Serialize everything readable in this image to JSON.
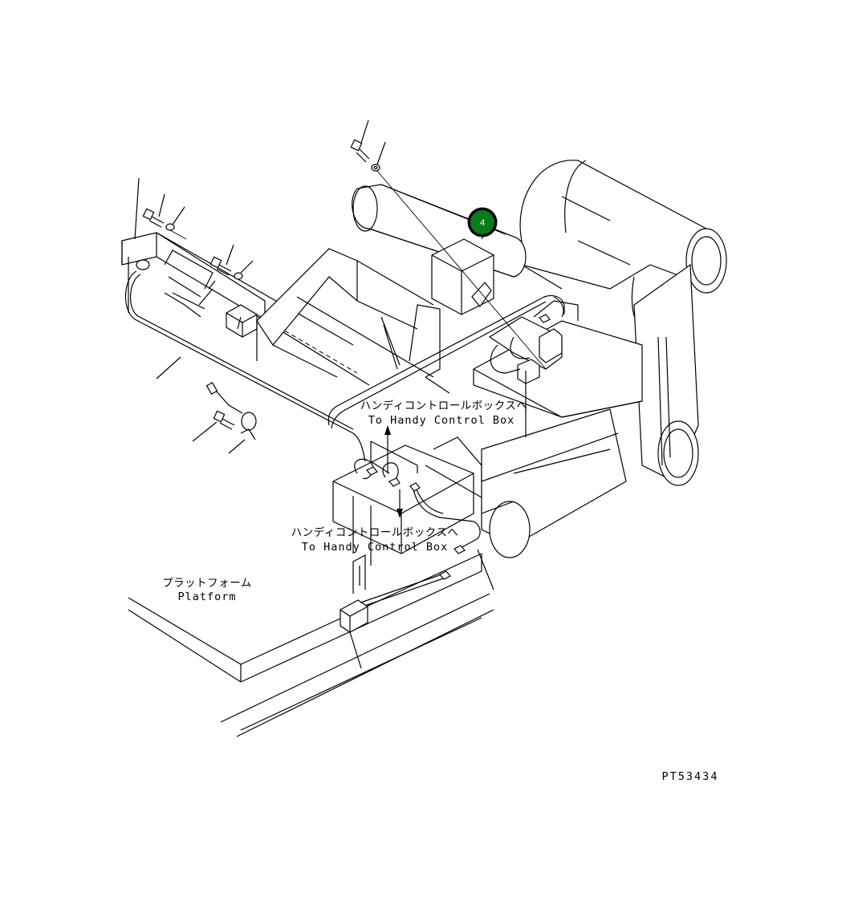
{
  "labels": {
    "handy_jp_1": "ハンディコントロールボックスへ",
    "handy_en_1": "To Handy Control Box",
    "handy_jp_2": "ハンディコントロールボックスへ",
    "handy_en_2": "To Handy Control Box",
    "platform_jp": "プラットフォーム",
    "platform_en": "Platform",
    "drawing_no": "PT53434"
  },
  "callout": {
    "number": "4",
    "color": "#0b7a1a",
    "ring_color": "#000000"
  }
}
